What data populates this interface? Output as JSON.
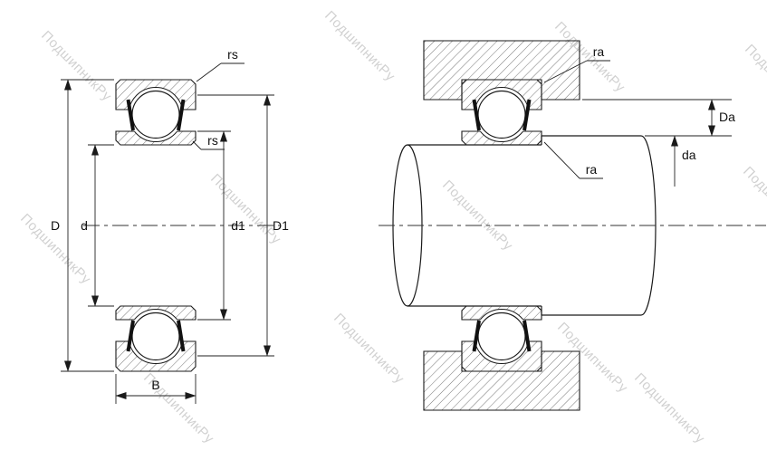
{
  "watermark": {
    "text": "ПодшипникРу"
  },
  "dimensions": {
    "rs_outer": "rs",
    "rs_inner": "rs",
    "outer_diameter": "D",
    "bore_diameter": "d",
    "inner_shoulder_diameter": "d1",
    "outer_land_diameter": "D1",
    "width": "B",
    "ra_housing": "ra",
    "ra_shaft": "ra",
    "housing_abutment_diameter": "Da",
    "shaft_abutment_diameter": "da"
  },
  "colors": {
    "line": "#1a1a1a",
    "dimension": "#222222",
    "watermark": "#c6c6c6",
    "background": "#ffffff"
  }
}
